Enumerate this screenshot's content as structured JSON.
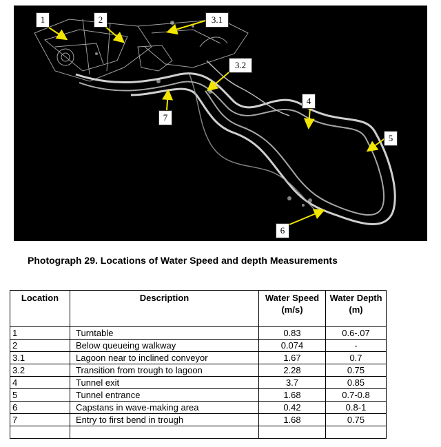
{
  "photo": {
    "markers": [
      "1",
      "2",
      "3.1",
      "3.2",
      "4",
      "5",
      "6",
      "7"
    ]
  },
  "caption": "Photograph 29. Locations of Water Speed and depth Measurements",
  "table": {
    "headers": [
      "Location",
      "Description",
      "Water Speed (m/s)",
      "Water Depth (m)"
    ],
    "rows": [
      [
        "1",
        "Turntable",
        "0.83",
        "0.6-.07"
      ],
      [
        "2",
        "Below queueing walkway",
        "0.074",
        "-"
      ],
      [
        "3.1",
        "Lagoon near to inclined conveyor",
        "1.67",
        "0.7"
      ],
      [
        "3.2",
        "Transition from trough to lagoon",
        "2.28",
        "0.75"
      ],
      [
        "4",
        "Tunnel exit",
        "3.7",
        "0.85"
      ],
      [
        "5",
        "Tunnel entrance",
        "1.68",
        "0.7-0.8"
      ],
      [
        "6",
        "Capstans in wave-making area",
        "0.42",
        "0.8-1"
      ],
      [
        "7",
        "Entry to first bend in trough",
        "1.68",
        "0.75"
      ],
      [
        "",
        "",
        "",
        ""
      ]
    ]
  }
}
